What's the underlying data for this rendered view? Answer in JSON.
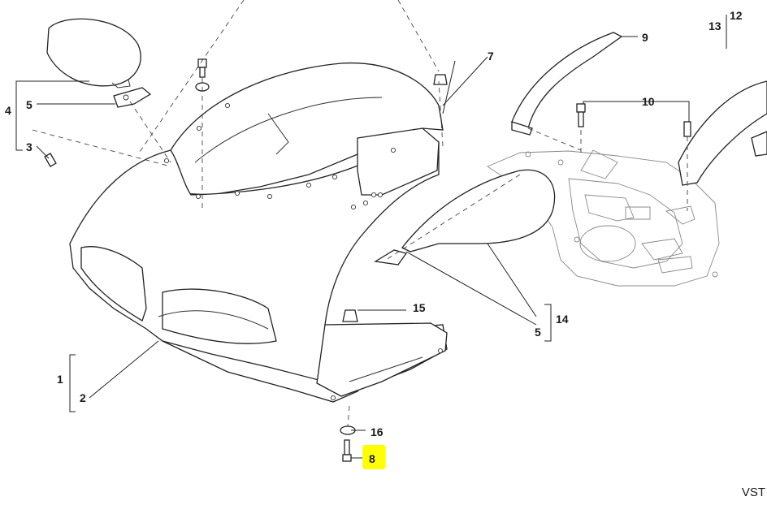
{
  "callouts": {
    "c1": "1",
    "c2": "2",
    "c3": "3",
    "c4": "4",
    "c5_top": "5",
    "c5_bottom": "5",
    "c7": "7",
    "c8": "8",
    "c9": "9",
    "c10": "10",
    "c12": "12",
    "c13": "13",
    "c14": "14",
    "c15": "15",
    "c16": "16"
  },
  "footer_code": "VST",
  "highlight_color": "#ffff00"
}
